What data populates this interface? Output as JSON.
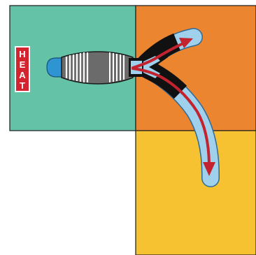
{
  "heat_label": {
    "letters": [
      "H",
      "E",
      "A",
      "T"
    ]
  },
  "colors": {
    "teal_panel": "#64c2a6",
    "orange_panel": "#ec8530",
    "yellow_panel": "#f7c232",
    "heat_badge": "#d3232e",
    "tube_blue": "#9fd0ec",
    "tube_outline": "#2e6a96",
    "tip_blue": "#2f95d2",
    "arrow_red": "#c3232f",
    "dark_gray": "#6b6b6b",
    "black": "#111111",
    "white": "#ffffff"
  },
  "icons": [
    "heat-source-tip",
    "heat-pipe-body",
    "split-junction",
    "flow-arrow-up",
    "flow-arrow-down"
  ]
}
